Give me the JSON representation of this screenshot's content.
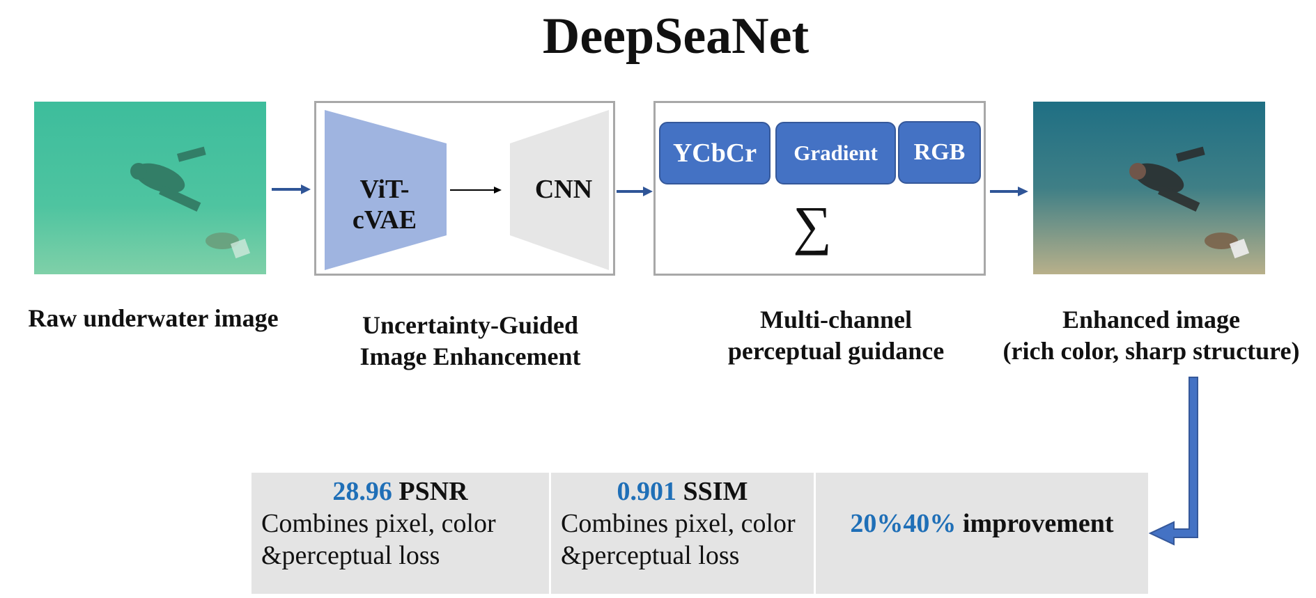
{
  "title": "DeepSeaNet",
  "stages": {
    "raw": {
      "label": "Raw underwater image"
    },
    "enhancement": {
      "encoder_label": "ViT-cVAE",
      "decoder_label": "CNN",
      "caption_line1": "Uncertainty-Guided",
      "caption_line2": "Image Enhancement"
    },
    "guidance": {
      "chips": [
        "YCbCr",
        "Gradient",
        "RGB"
      ],
      "sum_symbol": "∑",
      "caption_line1": "Multi-channel",
      "caption_line2": "perceptual guidance"
    },
    "enhanced": {
      "caption_line1": "Enhanced image",
      "caption_line2": "(rich color, sharp structure)"
    }
  },
  "metrics": [
    {
      "value": "28.96",
      "name": "PSNR",
      "desc_line1": "Combines pixel, color",
      "desc_line2": "&perceptual loss"
    },
    {
      "value": "0.901",
      "name": "SSIM",
      "desc_line1": "Combines pixel, color",
      "desc_line2": "&perceptual loss"
    },
    {
      "value": "20%40%",
      "name": "improvement"
    }
  ],
  "colors": {
    "arrow": "#2f5597",
    "chip": "#4472c4",
    "metric_value": "#1f6fb7",
    "encoder": "#9fb4e0",
    "decoder": "#e6e6e6"
  }
}
